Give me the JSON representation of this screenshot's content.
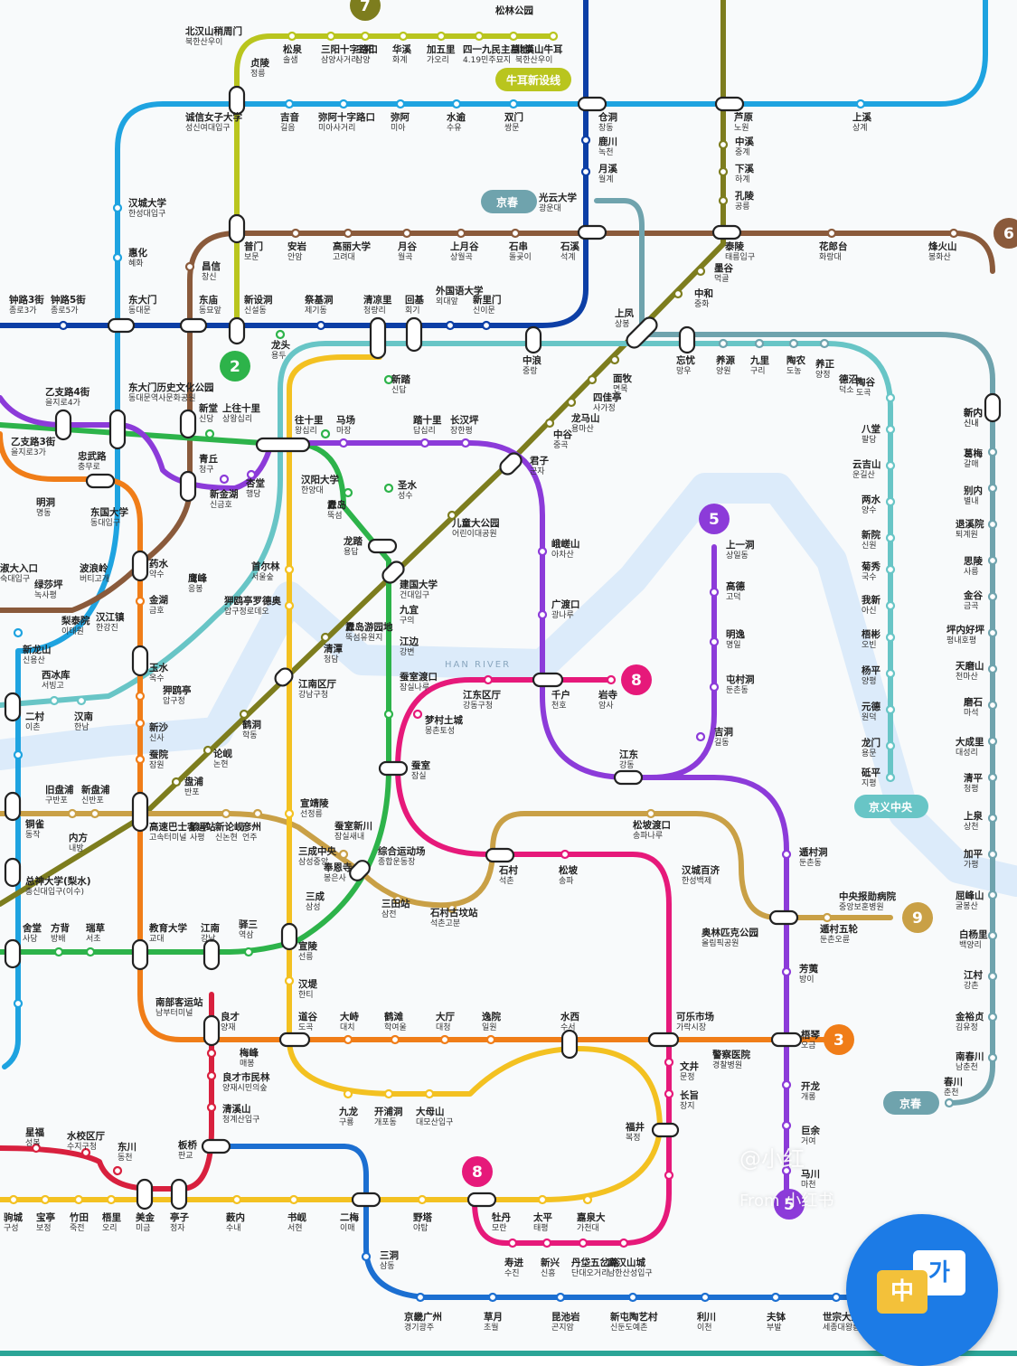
{
  "colors": {
    "line1": "#0d3fa6",
    "line2": "#2db34a",
    "line3": "#f07d18",
    "line4": "#1ea3e0",
    "line5": "#8c3bd9",
    "line6": "#8a5a3b",
    "line7": "#7d7d1e",
    "line8": "#e6197a",
    "line9": "#c9a046",
    "ui": "#b9c51e",
    "gyeongui": "#68c5c6",
    "gyeongchun": "#6fa3ad",
    "sillim": "#1c6fd1",
    "river": "#dcebfa"
  },
  "badges": [
    {
      "id": "b7",
      "text": "7",
      "color": "#7d7d1e"
    },
    {
      "id": "b2",
      "text": "2",
      "color": "#2db34a"
    },
    {
      "id": "b5a",
      "text": "5",
      "color": "#8c3bd9"
    },
    {
      "id": "b8a",
      "text": "8",
      "color": "#e6197a"
    },
    {
      "id": "b6",
      "text": "6",
      "color": "#8a5a3b"
    },
    {
      "id": "b9",
      "text": "9",
      "color": "#c9a046"
    },
    {
      "id": "b3",
      "text": "3",
      "color": "#f07d18"
    },
    {
      "id": "b8b",
      "text": "8",
      "color": "#e6197a"
    },
    {
      "id": "b5b",
      "text": "5",
      "color": "#8c3bd9"
    }
  ],
  "pills": {
    "ui_line": "牛耳新设线",
    "gyeongchun_top": "京春",
    "gyeongui": "京义中央",
    "gyeongchun_bottom": "京春"
  },
  "river_label": "HAN RIVER",
  "stations": [
    {
      "name": "北汉山稍周门",
      "sub": "북한산우이"
    },
    {
      "name": "松林公园",
      "sub": ""
    },
    {
      "name": "贞陵",
      "sub": "정릉"
    },
    {
      "name": "松泉",
      "sub": "솔샘"
    },
    {
      "name": "三阳十字路口",
      "sub": "삼양사거리"
    },
    {
      "name": "三阳",
      "sub": "삼양"
    },
    {
      "name": "华溪",
      "sub": "화계"
    },
    {
      "name": "加五里",
      "sub": "가오리"
    },
    {
      "name": "四一九民主墓地",
      "sub": "4.19민주묘지"
    },
    {
      "name": "北漢山牛耳",
      "sub": "북한산우이"
    },
    {
      "name": "诚信女子大学",
      "sub": "성신여대입구"
    },
    {
      "name": "吉音",
      "sub": "길음"
    },
    {
      "name": "弥阿十字路口",
      "sub": "미아사거리"
    },
    {
      "name": "弥阿",
      "sub": "미아"
    },
    {
      "name": "水逾",
      "sub": "수유"
    },
    {
      "name": "双门",
      "sub": "쌍문"
    },
    {
      "name": "仓洞",
      "sub": "창동"
    },
    {
      "name": "芦原",
      "sub": "노원"
    },
    {
      "name": "上溪",
      "sub": "상계"
    },
    {
      "name": "鹿川",
      "sub": "녹천"
    },
    {
      "name": "中溪",
      "sub": "중계"
    },
    {
      "name": "月溪",
      "sub": "월계"
    },
    {
      "name": "下溪",
      "sub": "하계"
    },
    {
      "name": "孔陵",
      "sub": "공릉"
    },
    {
      "name": "光云大学",
      "sub": "광운대"
    },
    {
      "name": "汉城大学",
      "sub": "한성대입구"
    },
    {
      "name": "惠化",
      "sub": "혜화"
    },
    {
      "name": "普门",
      "sub": "보문"
    },
    {
      "name": "安岩",
      "sub": "안암"
    },
    {
      "name": "高丽大学",
      "sub": "고려대"
    },
    {
      "name": "月谷",
      "sub": "월곡"
    },
    {
      "name": "上月谷",
      "sub": "상월곡"
    },
    {
      "name": "石串",
      "sub": "돌곶이"
    },
    {
      "name": "石溪",
      "sub": "석계"
    },
    {
      "name": "泰陵",
      "sub": "태릉입구"
    },
    {
      "name": "花郎台",
      "sub": "화랑대"
    },
    {
      "name": "烽火山",
      "sub": "봉화산"
    },
    {
      "name": "昌信",
      "sub": "창신"
    },
    {
      "name": "墨谷",
      "sub": "먹골"
    },
    {
      "name": "中和",
      "sub": "중화"
    },
    {
      "name": "钟路3街",
      "sub": "종로3가"
    },
    {
      "name": "钟路5街",
      "sub": "종로5가"
    },
    {
      "name": "东大门",
      "sub": "동대문"
    },
    {
      "name": "东庙",
      "sub": "동묘앞"
    },
    {
      "name": "新设洞",
      "sub": "신설동"
    },
    {
      "name": "祭基洞",
      "sub": "제기동"
    },
    {
      "name": "清凉里",
      "sub": "청량리"
    },
    {
      "name": "回基",
      "sub": "회기"
    },
    {
      "name": "外国语大学",
      "sub": "외대앞"
    },
    {
      "name": "新里门",
      "sub": "신이문"
    },
    {
      "name": "上凤",
      "sub": "상봉"
    },
    {
      "name": "中浪",
      "sub": "중랑"
    },
    {
      "name": "忘忧",
      "sub": "망우"
    },
    {
      "name": "养源",
      "sub": "양원"
    },
    {
      "name": "九里",
      "sub": "구리"
    },
    {
      "name": "陶农",
      "sub": "도농"
    },
    {
      "name": "养正",
      "sub": "양정"
    },
    {
      "name": "德沼",
      "sub": "덕소"
    },
    {
      "name": "新内",
      "sub": "신내"
    },
    {
      "name": "龙头",
      "sub": "용두"
    },
    {
      "name": "新踏",
      "sub": "신답"
    },
    {
      "name": "面牧",
      "sub": "면목"
    },
    {
      "name": "四佳亭",
      "sub": "사가정"
    },
    {
      "name": "龙马山",
      "sub": "용마산"
    },
    {
      "name": "中谷",
      "sub": "중곡"
    },
    {
      "name": "乙支路4街",
      "sub": "을지로4가"
    },
    {
      "name": "东大门历史文化公园",
      "sub": "동대문역사문화공원"
    },
    {
      "name": "新堂",
      "sub": "신당"
    },
    {
      "name": "上往十里",
      "sub": "상왕십리"
    },
    {
      "name": "往十里",
      "sub": "왕십리"
    },
    {
      "name": "马场",
      "sub": "마장"
    },
    {
      "name": "踏十里",
      "sub": "답십리"
    },
    {
      "name": "长汉坪",
      "sub": "장한평"
    },
    {
      "name": "君子",
      "sub": "군자"
    },
    {
      "name": "乙支路3街",
      "sub": "을지로3가"
    },
    {
      "name": "忠武路",
      "sub": "충무로"
    },
    {
      "name": "青丘",
      "sub": "청구"
    },
    {
      "name": "新金湖",
      "sub": "신금호"
    },
    {
      "name": "杏堂",
      "sub": "행당"
    },
    {
      "name": "汉阳大学",
      "sub": "한양대"
    },
    {
      "name": "纛岛",
      "sub": "뚝섬"
    },
    {
      "name": "圣水",
      "sub": "성수"
    },
    {
      "name": "龙踏",
      "sub": "용답"
    },
    {
      "name": "儿童大公园",
      "sub": "어린이대공원"
    },
    {
      "name": "峨嵯山",
      "sub": "아차산"
    },
    {
      "name": "明洞",
      "sub": "명동"
    },
    {
      "name": "东国大学",
      "sub": "동대입구"
    },
    {
      "name": "药水",
      "sub": "약수"
    },
    {
      "name": "首尔林",
      "sub": "서울숲"
    },
    {
      "name": "建国大学",
      "sub": "건대입구"
    },
    {
      "name": "九宜",
      "sub": "구의"
    },
    {
      "name": "江边",
      "sub": "강변"
    },
    {
      "name": "广渡口",
      "sub": "광나루"
    },
    {
      "name": "淑大入口",
      "sub": "숙대입구"
    },
    {
      "name": "绿莎坪",
      "sub": "녹사평"
    },
    {
      "name": "波浪岭",
      "sub": "버티고개"
    },
    {
      "name": "金湖",
      "sub": "금호"
    },
    {
      "name": "鹰峰",
      "sub": "응봉"
    },
    {
      "name": "狎鸥亭罗德奥",
      "sub": "압구정로데오"
    },
    {
      "name": "纛岛游园地",
      "sub": "뚝섬유원지"
    },
    {
      "name": "梨泰院",
      "sub": "이태원"
    },
    {
      "name": "汉江镇",
      "sub": "한강진"
    },
    {
      "name": "新龙山",
      "sub": "신용산"
    },
    {
      "name": "西冰库",
      "sub": "서빙고"
    },
    {
      "name": "玉水",
      "sub": "옥수"
    },
    {
      "name": "清潭",
      "sub": "청담"
    },
    {
      "name": "江南区厅",
      "sub": "강남구청"
    },
    {
      "name": "蚕室渡口",
      "sub": "잠실나루"
    },
    {
      "name": "江东区厅",
      "sub": "강동구청"
    },
    {
      "name": "千户",
      "sub": "천호"
    },
    {
      "name": "岩寺",
      "sub": "암사"
    },
    {
      "name": "二村",
      "sub": "이촌"
    },
    {
      "name": "汉南",
      "sub": "한남"
    },
    {
      "name": "狎鸥亭",
      "sub": "압구정"
    },
    {
      "name": "鹤洞",
      "sub": "학동"
    },
    {
      "name": "梦村土城",
      "sub": "몽촌토성"
    },
    {
      "name": "江东",
      "sub": "강동"
    },
    {
      "name": "吉洞",
      "sub": "길동"
    },
    {
      "name": "新沙",
      "sub": "신사"
    },
    {
      "name": "论岘",
      "sub": "논현"
    },
    {
      "name": "蚕院",
      "sub": "잠원"
    },
    {
      "name": "盘浦",
      "sub": "반포"
    },
    {
      "name": "蚕室",
      "sub": "잠실"
    },
    {
      "name": "上一洞",
      "sub": "상일동"
    },
    {
      "name": "高德",
      "sub": "고덕"
    },
    {
      "name": "明逸",
      "sub": "명일"
    },
    {
      "name": "屯村洞",
      "sub": "둔촌동"
    },
    {
      "name": "旧盘浦",
      "sub": "구반포"
    },
    {
      "name": "新盘浦",
      "sub": "신반포"
    },
    {
      "name": "宣靖陵",
      "sub": "선정릉"
    },
    {
      "name": "铜雀",
      "sub": "동작"
    },
    {
      "name": "高速巴士客运站",
      "sub": "고속터미널"
    },
    {
      "name": "砂平",
      "sub": "사평"
    },
    {
      "name": "新论岘",
      "sub": "신논현"
    },
    {
      "name": "彦州",
      "sub": "언주"
    },
    {
      "name": "蚕室新川",
      "sub": "잠실새내"
    },
    {
      "name": "奉恩寺",
      "sub": "봉은사"
    },
    {
      "name": "三成中央",
      "sub": "삼성중앙"
    },
    {
      "name": "综合运动场",
      "sub": "종합운동장"
    },
    {
      "name": "石村",
      "sub": "석촌"
    },
    {
      "name": "松坡",
      "sub": "송파"
    },
    {
      "name": "松坡渡口",
      "sub": "송파나루"
    },
    {
      "name": "汉城百济",
      "sub": "한성백제"
    },
    {
      "name": "遁村洞",
      "sub": "둔촌동"
    },
    {
      "name": "内方",
      "sub": "내방"
    },
    {
      "name": "总神大学(梨水)",
      "sub": "총신대입구(이수)"
    },
    {
      "name": "三成",
      "sub": "삼성"
    },
    {
      "name": "三田站",
      "sub": "삼전"
    },
    {
      "name": "石村古坟站",
      "sub": "석촌고분"
    },
    {
      "name": "中央报勋病院",
      "sub": "중앙보훈병원"
    },
    {
      "name": "奥林匹克公园",
      "sub": "올림픽공원"
    },
    {
      "name": "遁村五轮",
      "sub": "둔촌오륜"
    },
    {
      "name": "舍堂",
      "sub": "사당"
    },
    {
      "name": "方背",
      "sub": "방배"
    },
    {
      "name": "瑞草",
      "sub": "서초"
    },
    {
      "name": "教育大学",
      "sub": "교대"
    },
    {
      "name": "江南",
      "sub": "강남"
    },
    {
      "name": "驿三",
      "sub": "역삼"
    },
    {
      "name": "宣陵",
      "sub": "선릉"
    },
    {
      "name": "汉堤",
      "sub": "한티"
    },
    {
      "name": "芳荑",
      "sub": "방이"
    },
    {
      "name": "南部客运站",
      "sub": "남부터미널"
    },
    {
      "name": "良才",
      "sub": "양재"
    },
    {
      "name": "道谷",
      "sub": "도곡"
    },
    {
      "name": "大峙",
      "sub": "대치"
    },
    {
      "name": "鹤滩",
      "sub": "학여울"
    },
    {
      "name": "大厅",
      "sub": "대청"
    },
    {
      "name": "逸院",
      "sub": "일원"
    },
    {
      "name": "水西",
      "sub": "수서"
    },
    {
      "name": "可乐市场",
      "sub": "가락시장"
    },
    {
      "name": "梧琴",
      "sub": "오금"
    },
    {
      "name": "梅峰",
      "sub": "매봉"
    },
    {
      "name": "警察医院",
      "sub": "경찰병원"
    },
    {
      "name": "良才市民林",
      "sub": "양재시민의숲"
    },
    {
      "name": "文井",
      "sub": "문정"
    },
    {
      "name": "开龙",
      "sub": "개롱"
    },
    {
      "name": "清溪山",
      "sub": "청계산입구"
    },
    {
      "name": "九龙",
      "sub": "구룡"
    },
    {
      "name": "开浦洞",
      "sub": "개포동"
    },
    {
      "name": "大母山",
      "sub": "대모산입구"
    },
    {
      "name": "长旨",
      "sub": "장지"
    },
    {
      "name": "巨余",
      "sub": "거여"
    },
    {
      "name": "福井",
      "sub": "복정"
    },
    {
      "name": "马川",
      "sub": "마천"
    },
    {
      "name": "星福",
      "sub": "성복"
    },
    {
      "name": "水校区厅",
      "sub": "수지구청"
    },
    {
      "name": "东川",
      "sub": "동천"
    },
    {
      "name": "板桥",
      "sub": "판교"
    },
    {
      "name": "美金",
      "sub": "미금"
    },
    {
      "name": "亭子",
      "sub": "정자"
    },
    {
      "name": "驹城",
      "sub": "구성"
    },
    {
      "name": "宝亭",
      "sub": "보정"
    },
    {
      "name": "竹田",
      "sub": "죽전"
    },
    {
      "name": "梧里",
      "sub": "오리"
    },
    {
      "name": "薮内",
      "sub": "수내"
    },
    {
      "name": "书岘",
      "sub": "서현"
    },
    {
      "name": "二梅",
      "sub": "이매"
    },
    {
      "name": "野塔",
      "sub": "야탑"
    },
    {
      "name": "牡丹",
      "sub": "모란"
    },
    {
      "name": "太平",
      "sub": "태평"
    },
    {
      "name": "嘉泉大",
      "sub": "가천대"
    },
    {
      "name": "三洞",
      "sub": "삼동"
    },
    {
      "name": "寿进",
      "sub": "수진"
    },
    {
      "name": "新兴",
      "sub": "신흥"
    },
    {
      "name": "丹垈五岔路",
      "sub": "단대오거리"
    },
    {
      "name": "南汉山城",
      "sub": "남한산성입구"
    },
    {
      "name": "京畿广州",
      "sub": "경기광주"
    },
    {
      "name": "草月",
      "sub": "초월"
    },
    {
      "name": "昆池岩",
      "sub": "곤지암"
    },
    {
      "name": "新屯陶艺村",
      "sub": "신둔도예촌"
    },
    {
      "name": "利川",
      "sub": "이천"
    },
    {
      "name": "夫钵",
      "sub": "부발"
    },
    {
      "name": "世宗大王",
      "sub": "세종대왕릉"
    },
    {
      "name": "新内",
      "sub": "신내"
    },
    {
      "name": "葛梅",
      "sub": "갈매"
    },
    {
      "name": "别内",
      "sub": "별내"
    },
    {
      "name": "退溪院",
      "sub": "퇴계원"
    },
    {
      "name": "思陵",
      "sub": "사릉"
    },
    {
      "name": "金谷",
      "sub": "금곡"
    },
    {
      "name": "坪内好坪",
      "sub": "평내호평"
    },
    {
      "name": "天磨山",
      "sub": "천마산"
    },
    {
      "name": "磨石",
      "sub": "마석"
    },
    {
      "name": "大成里",
      "sub": "대성리"
    },
    {
      "name": "清平",
      "sub": "청평"
    },
    {
      "name": "上泉",
      "sub": "상천"
    },
    {
      "name": "加平",
      "sub": "가평"
    },
    {
      "name": "屈峰山",
      "sub": "굴봉산"
    },
    {
      "name": "白杨里",
      "sub": "백양리"
    },
    {
      "name": "江村",
      "sub": "강촌"
    },
    {
      "name": "金裕贞",
      "sub": "김유정"
    },
    {
      "name": "南春川",
      "sub": "남춘천"
    },
    {
      "name": "春川",
      "sub": "춘천"
    },
    {
      "name": "陶谷",
      "sub": "도곡"
    },
    {
      "name": "八堂",
      "sub": "팔당"
    },
    {
      "name": "云吉山",
      "sub": "운길산"
    },
    {
      "name": "两水",
      "sub": "양수"
    },
    {
      "name": "新院",
      "sub": "신원"
    },
    {
      "name": "菊秀",
      "sub": "국수"
    },
    {
      "name": "我新",
      "sub": "아신"
    },
    {
      "name": "梧彬",
      "sub": "오빈"
    },
    {
      "name": "杨平",
      "sub": "양평"
    },
    {
      "name": "元德",
      "sub": "원덕"
    },
    {
      "name": "龙门",
      "sub": "용문"
    },
    {
      "name": "砥平",
      "sub": "지평"
    }
  ],
  "watermark": "@小红",
  "watermark_sub": "From 小红书",
  "translate": {
    "zh": "中",
    "ko": "가"
  }
}
